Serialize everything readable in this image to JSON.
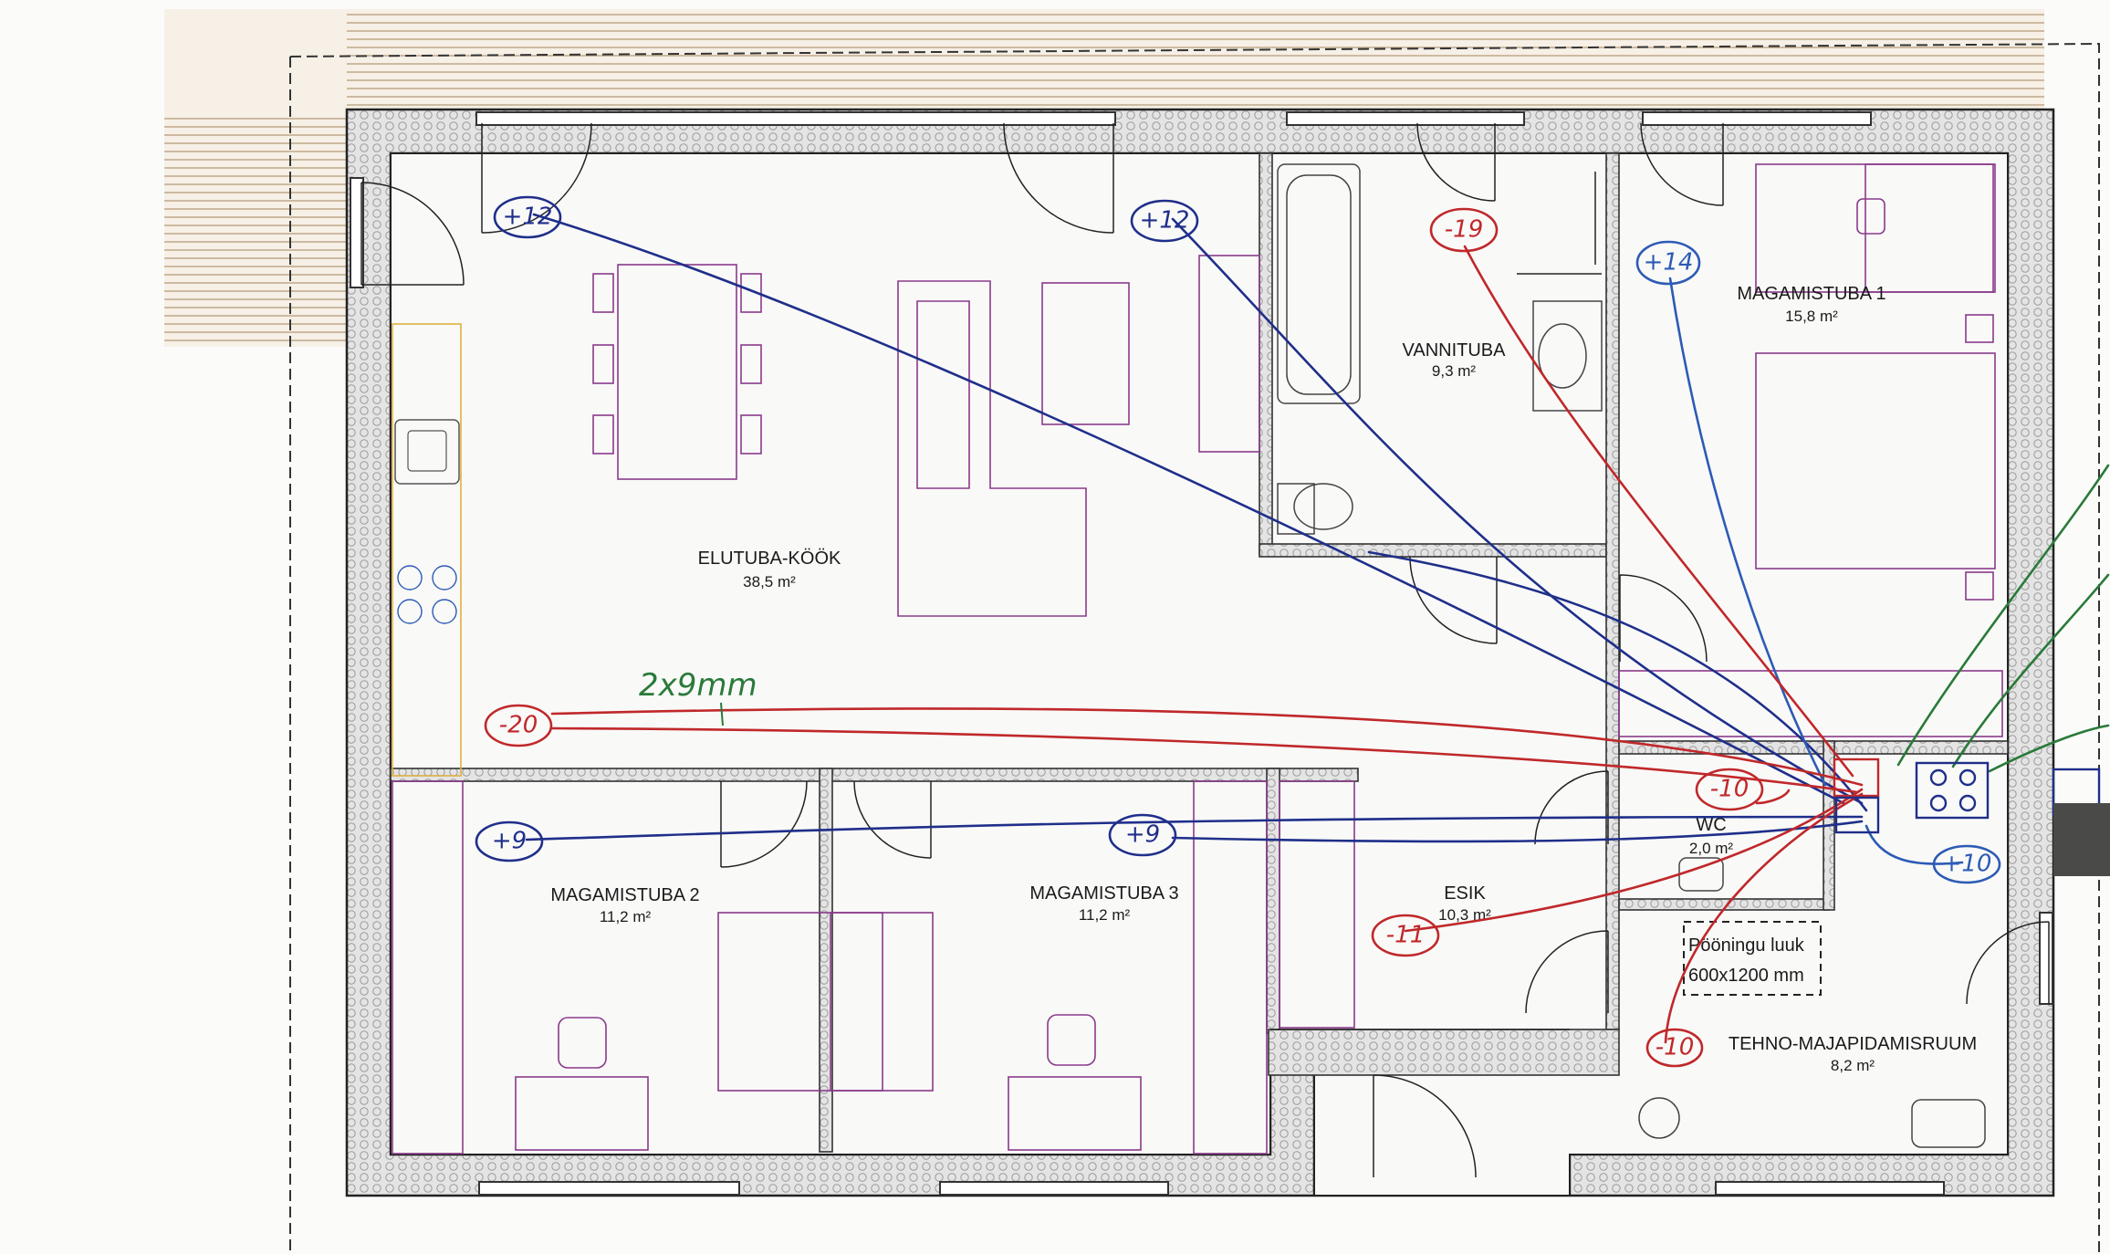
{
  "rooms": [
    {
      "name": "ELUTUBA-KÖÖK",
      "area": "38,5 m²"
    },
    {
      "name": "VANNITUBA",
      "area": "9,3 m²"
    },
    {
      "name": "MAGAMISTUBA 1",
      "area": "15,8 m²"
    },
    {
      "name": "MAGAMISTUBA 2",
      "area": "11,2 m²"
    },
    {
      "name": "MAGAMISTUBA 3",
      "area": "11,2 m²"
    },
    {
      "name": "ESIK",
      "area": "10,3 m²"
    },
    {
      "name": "WC",
      "area": "2,0 m²"
    },
    {
      "name": "TEHNO-MAJAPIDAMISRUUM",
      "area": "8,2 m²"
    }
  ],
  "hatch": {
    "line1": "Pööningu luuk",
    "line2": "600x1200 mm"
  },
  "pipe_note": "2x9mm",
  "markers": [
    {
      "label": "+12",
      "color": "#1f2f8a"
    },
    {
      "label": "+12",
      "color": "#1f2f8a"
    },
    {
      "label": "-19",
      "color": "#c0282a"
    },
    {
      "label": "+14",
      "color": "#2d5bb5"
    },
    {
      "label": "-20",
      "color": "#c0282a"
    },
    {
      "label": "+9",
      "color": "#1f2f8a"
    },
    {
      "label": "+9",
      "color": "#1f2f8a"
    },
    {
      "label": "-10",
      "color": "#c0282a"
    },
    {
      "label": "+10",
      "color": "#2d5bb5"
    },
    {
      "label": "-11",
      "color": "#c0282a"
    },
    {
      "label": "-10",
      "color": "#c0282a"
    }
  ],
  "colors": {
    "wall": "#c9c9c9",
    "furniture": "#8a3a8a",
    "supply": "#1f2f8a",
    "extract": "#c0282a",
    "green": "#2a7a3a",
    "kitchen": "#e0b040"
  }
}
